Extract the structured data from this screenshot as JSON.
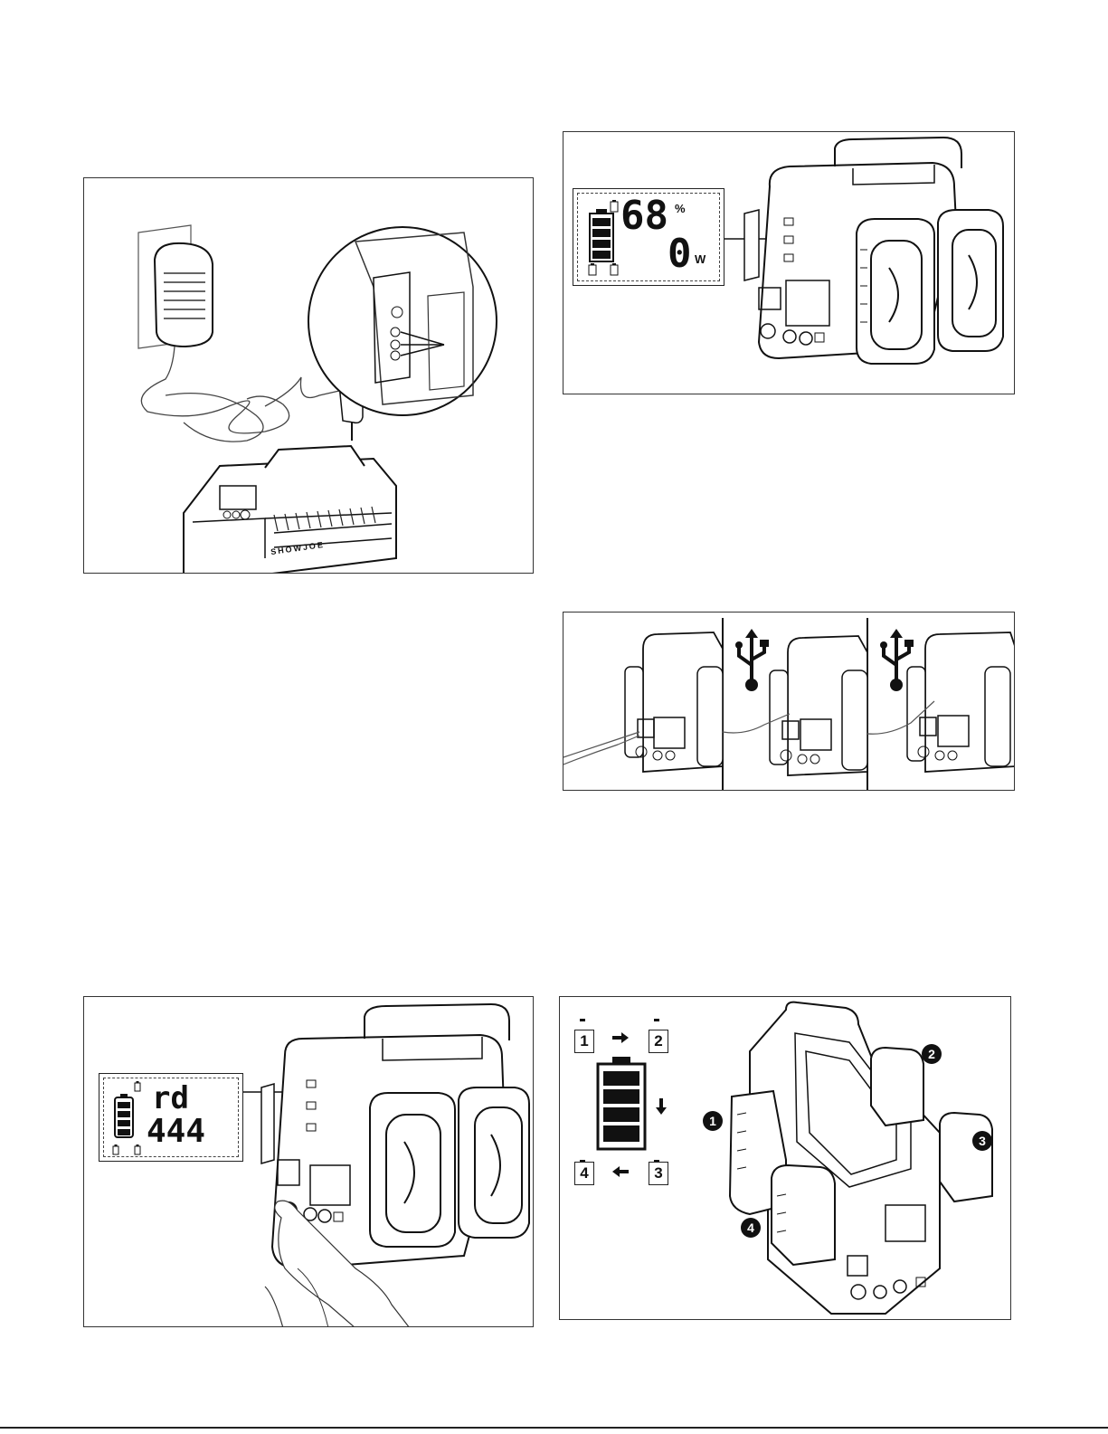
{
  "figure_top_right": {
    "lcd": {
      "percent_value": "68",
      "percent_unit": "%",
      "power_value": "0",
      "power_unit": "W"
    }
  },
  "figure_bottom_left": {
    "lcd": {
      "line1": "rd",
      "line2": "444"
    }
  },
  "figure_bottom_right": {
    "sequence_labels": [
      "1",
      "2",
      "3",
      "4"
    ],
    "badges": [
      "1",
      "2",
      "3",
      "4"
    ]
  },
  "figure_usb": {
    "icon_1": "usb-icon",
    "icon_2": "usb-icon"
  },
  "brand_text": "SHOWJOE"
}
